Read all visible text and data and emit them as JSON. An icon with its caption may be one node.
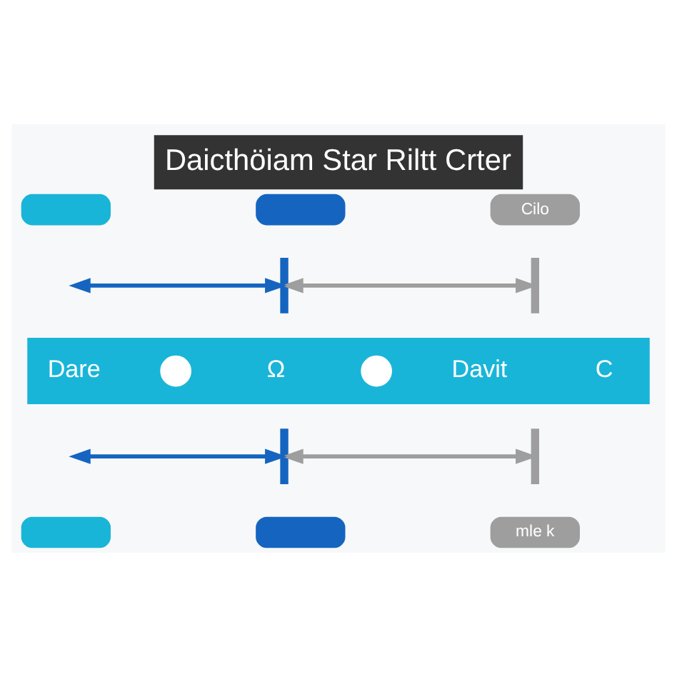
{
  "diagram": {
    "title": "Daicthöiam Star Riltt Crter",
    "nodes": [
      {
        "text": [],
        "shape": "box"
      },
      {
        "text": [],
        "shape": "box"
      },
      {
        "text": [
          "Cilo"
        ]
      },
      {
        "text": [],
        "shape": "bar"
      },
      {
        "text": [],
        "shape": "bar"
      },
      {
        "text": [],
        "shape": "bar"
      },
      {
        "text": [],
        "shape": "circle",
        "in": 5
      },
      {
        "text": [],
        "shape": "circle",
        "in": 5
      },
      {
        "text": [],
        "shape": "bar"
      },
      {
        "text": [],
        "shape": "bar"
      },
      {
        "text": [],
        "shape": "box"
      },
      {
        "text": [],
        "shape": "box"
      },
      {
        "text": [
          "mle k"
        ]
      }
    ],
    "edges": [
      {
        "from": null,
        "to": 3,
        "arrow": "both",
        "color": "#1565c0"
      },
      {
        "from": 3,
        "to": 4,
        "arrow": "both",
        "color": "#9e9e9e"
      },
      {
        "from": null,
        "to": 8,
        "arrow": "both",
        "color": "#1565c0"
      },
      {
        "from": 8,
        "to": 9,
        "arrow": "both",
        "color": "#9e9e9e"
      }
    ],
    "labels": [
      "Dare",
      "Ω",
      "Davit",
      "C"
    ]
  }
}
